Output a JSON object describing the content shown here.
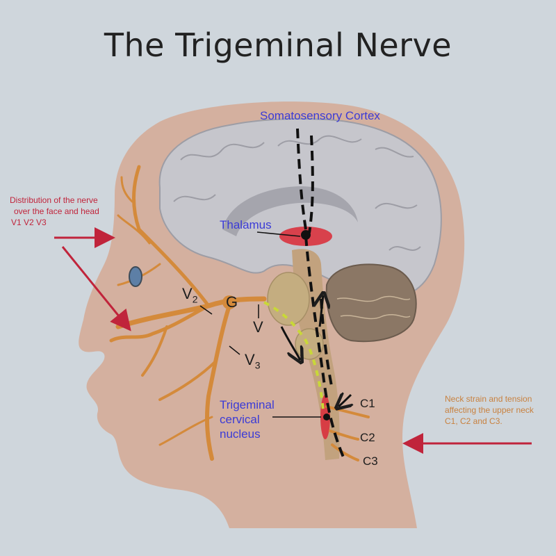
{
  "title": "The Trigeminal Nerve",
  "labels": {
    "cortex": "Somatosensory Cortex",
    "thalamus": "Thalamus",
    "distribution_line1": "Distribution of the nerve",
    "distribution_line2": "over the face and head",
    "distribution_line3": "V1 V2 V3",
    "v2": "V",
    "v2_sub": "2",
    "g": "G",
    "v": "V",
    "v3": "V",
    "v3_sub": "3",
    "tcn_line1": "Trigeminal",
    "tcn_line2": "cervical",
    "tcn_line3": "nucleus",
    "c1": "C1",
    "c2": "C2",
    "c3": "C3",
    "neck_line1": "Neck strain and tension",
    "neck_line2": "affecting the upper neck",
    "neck_line3": "C1, C2 and C3."
  },
  "colors": {
    "background": "#cfd6dc",
    "skin": "#d4b09f",
    "brain": "#c6c6cc",
    "nerve": "#d48a3b",
    "highlight_red": "#d9323e",
    "arrow_red": "#c0243b",
    "label_blue": "#3b3bd6"
  }
}
